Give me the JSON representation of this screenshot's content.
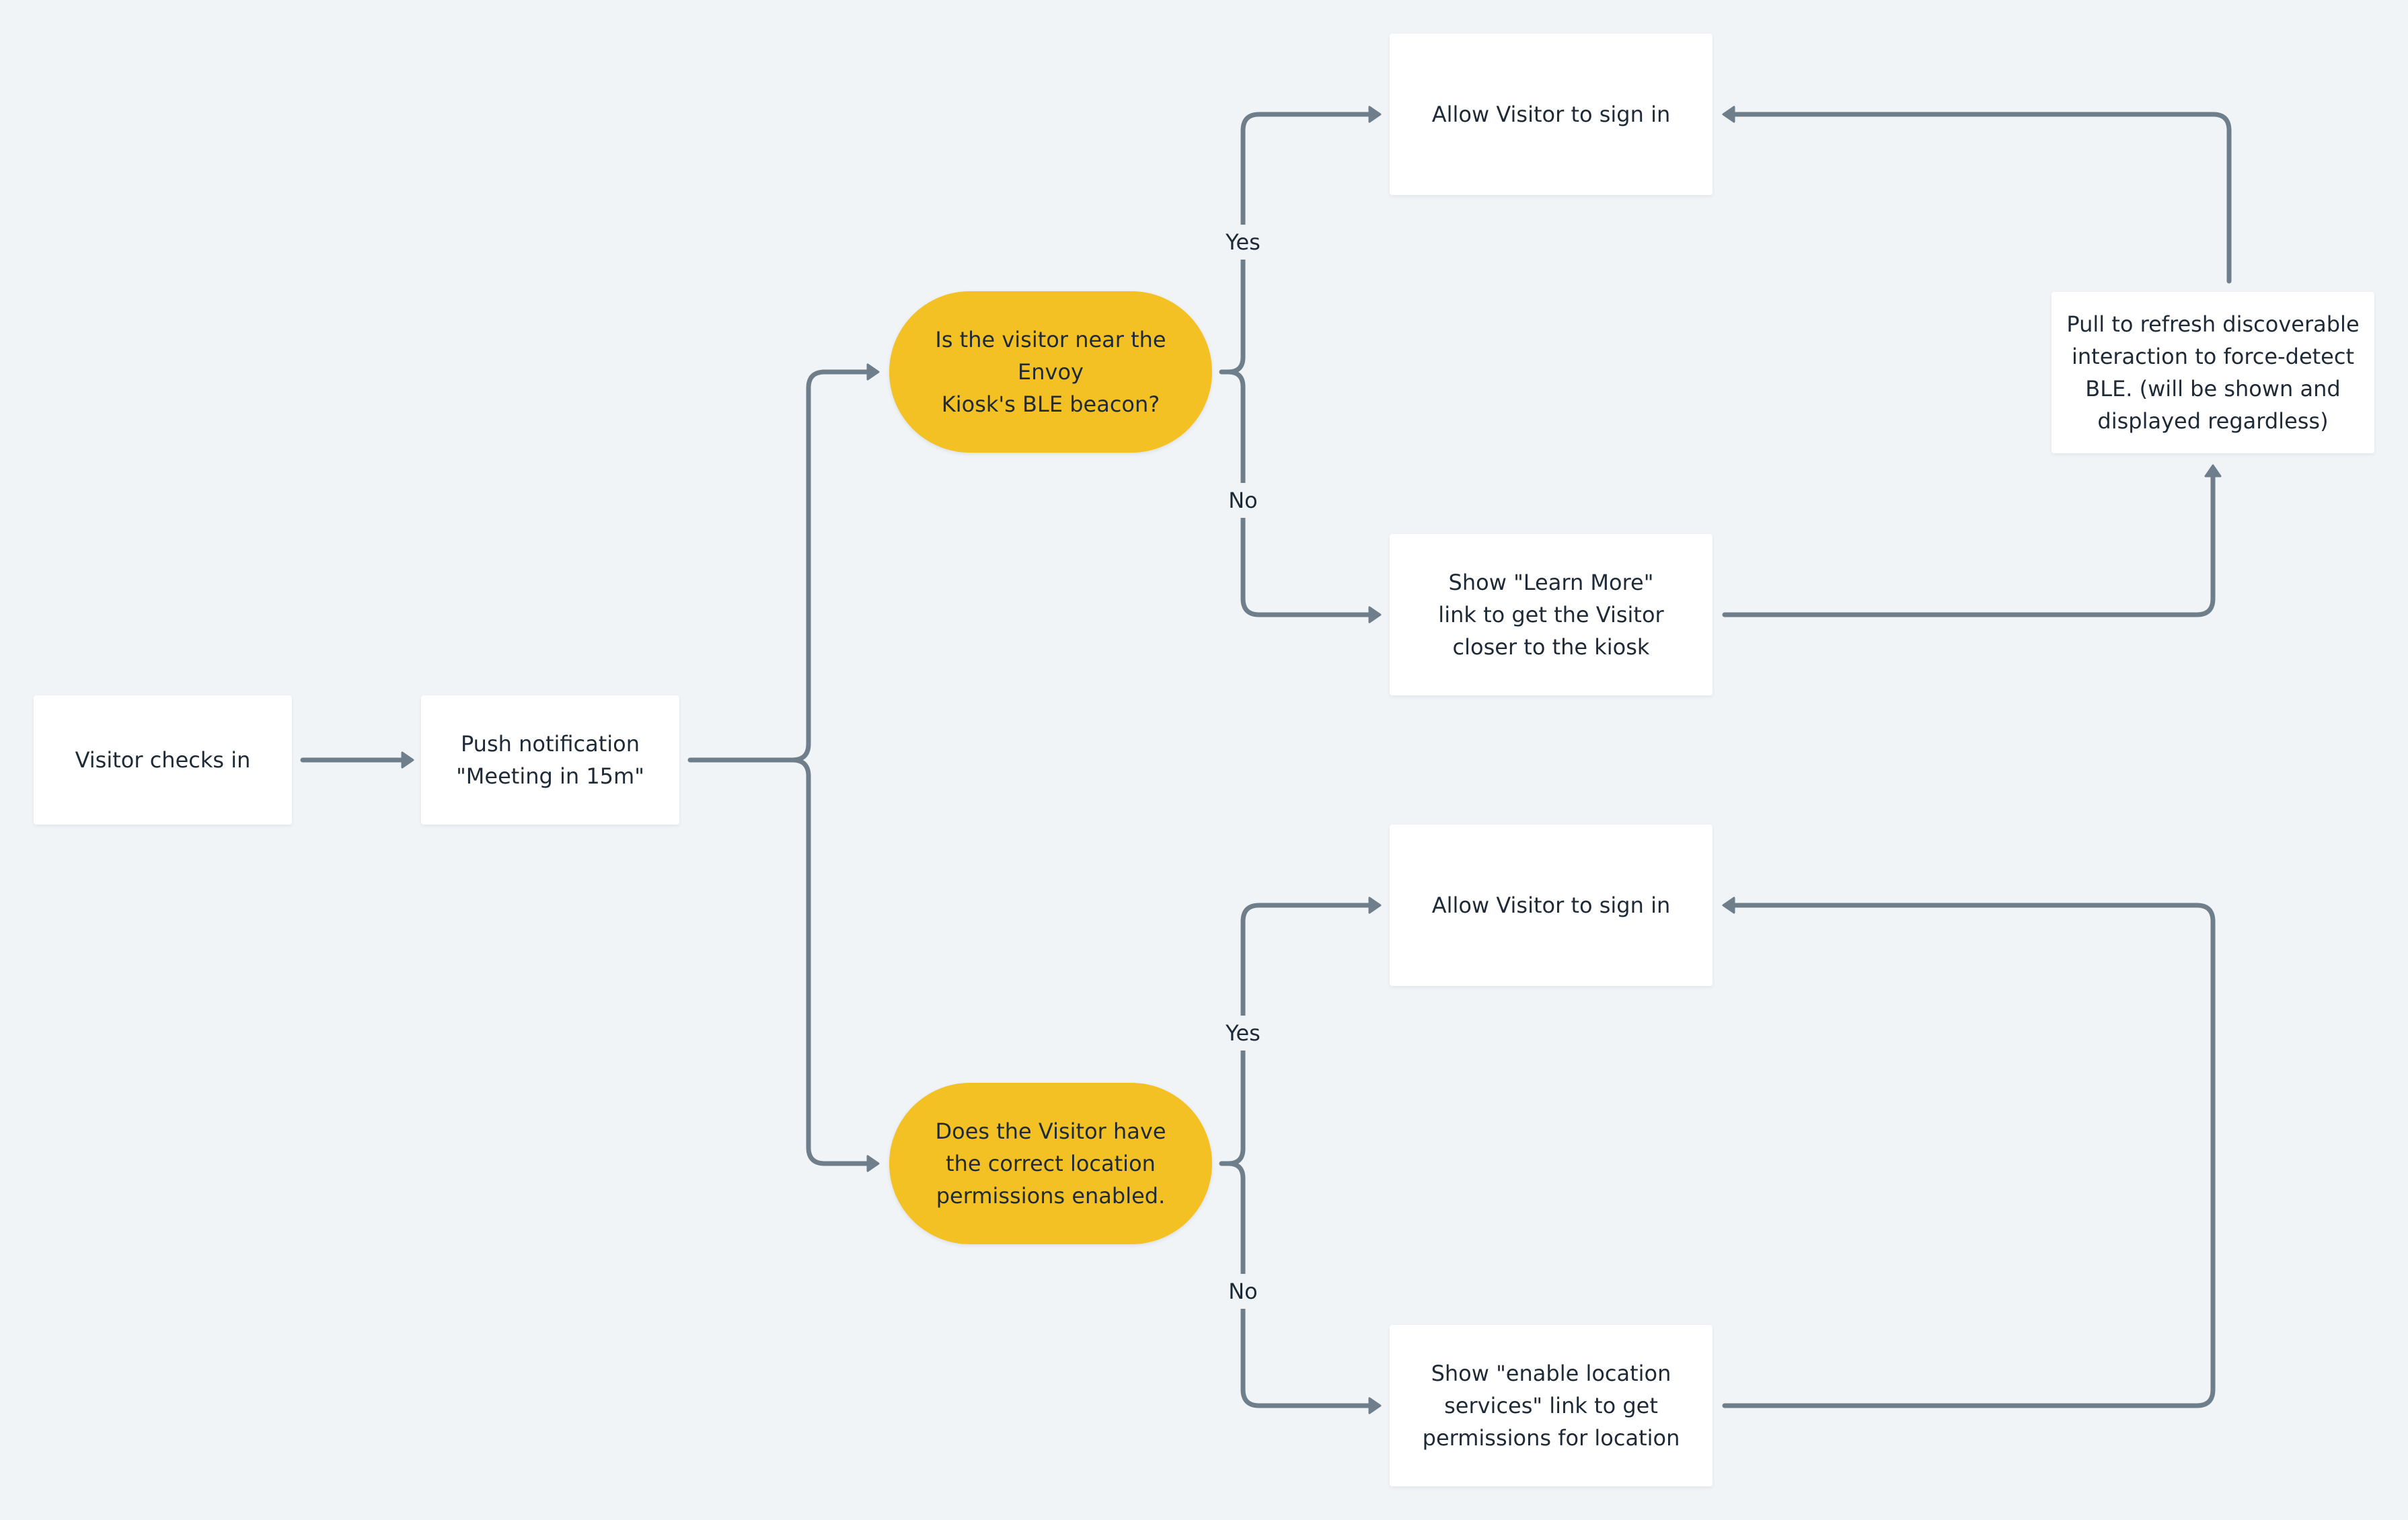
{
  "nodes": {
    "visitor_checks_in": "Visitor checks in",
    "push_notification": "Push notification\n\"Meeting in 15m\"",
    "ble_question": "Is the visitor near the Envoy\nKiosk's BLE beacon?",
    "location_question": "Does the Visitor have\nthe correct location\npermissions enabled.",
    "allow_signin_top": "Allow Visitor to sign in",
    "learn_more": "Show \"Learn More\"\nlink to get the Visitor\ncloser to the kiosk",
    "pull_to_refresh": "Pull to refresh discoverable\ninteraction to force-detect\nBLE. (will be shown and\ndisplayed regardless)",
    "allow_signin_bottom": "Allow Visitor to sign in",
    "enable_location": "Show \"enable location\nservices\" link to get\npermissions for location"
  },
  "edge_labels": {
    "top_yes": "Yes",
    "top_no": "No",
    "bottom_yes": "Yes",
    "bottom_no": "No"
  },
  "colors": {
    "background": "#f1f4f7",
    "process_fill": "#ffffff",
    "decision_fill": "#f4c125",
    "connector": "#6f7e8b",
    "text": "#1f2a37"
  }
}
